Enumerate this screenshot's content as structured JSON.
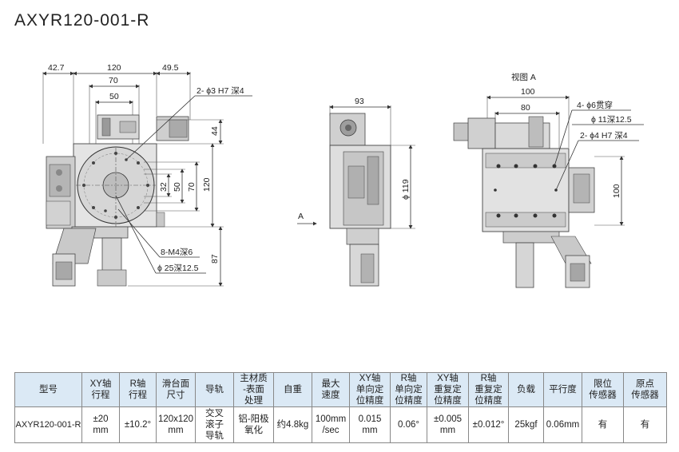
{
  "title": "AXYR120-001-R",
  "view_label": "视图 A",
  "arrow_label": "A",
  "front": {
    "dims": {
      "d42_7": "42.7",
      "d120_top": "120",
      "d49_5": "49.5",
      "d70_top": "70",
      "d50_top": "50",
      "d44": "44",
      "d120_right": "120",
      "d70_right": "70",
      "d50_right": "50",
      "d32": "32",
      "d87": "87"
    },
    "callouts": {
      "hole_h7": "2- ϕ3 H7 深4",
      "m4": "8-M4深6",
      "bore": "ϕ 25深12.5"
    }
  },
  "side": {
    "dims": {
      "d93": "93",
      "d119": "ϕ 119"
    }
  },
  "viewA": {
    "dims": {
      "d100_top": "100",
      "d80": "80",
      "d100_right": "100"
    },
    "callouts": {
      "thru": "4- ϕ6贯穿",
      "cbore": "ϕ 11深12.5",
      "h7": "2- ϕ4 H7 深4"
    }
  },
  "table": {
    "headers": [
      [
        "型号"
      ],
      [
        "XY轴",
        "行程"
      ],
      [
        "R轴",
        "行程"
      ],
      [
        "滑台面",
        "尺寸"
      ],
      [
        "导轨"
      ],
      [
        "主材质",
        "-表面",
        "处理"
      ],
      [
        "自重"
      ],
      [
        "最大",
        "速度"
      ],
      [
        "XY轴",
        "单向定",
        "位精度"
      ],
      [
        "R轴",
        "单向定",
        "位精度"
      ],
      [
        "XY轴",
        "重复定",
        "位精度"
      ],
      [
        "R轴",
        "重复定",
        "位精度"
      ],
      [
        "负载"
      ],
      [
        "平行度"
      ],
      [
        "限位",
        "传感器"
      ],
      [
        "原点",
        "传感器"
      ]
    ],
    "row": [
      [
        "AXYR120-001-R"
      ],
      [
        "±20",
        "mm"
      ],
      [
        "±10.2°"
      ],
      [
        "120x120",
        "mm"
      ],
      [
        "交叉",
        "滚子",
        "导轨"
      ],
      [
        "铝-阳极",
        "氧化"
      ],
      [
        "约4.8kg"
      ],
      [
        "100mm",
        "/sec"
      ],
      [
        "0.015",
        "mm"
      ],
      [
        "0.06°"
      ],
      [
        "±0.005",
        "mm"
      ],
      [
        "±0.012°"
      ],
      [
        "25kgf"
      ],
      [
        "0.06mm"
      ],
      [
        "有"
      ],
      [
        "有"
      ]
    ]
  }
}
